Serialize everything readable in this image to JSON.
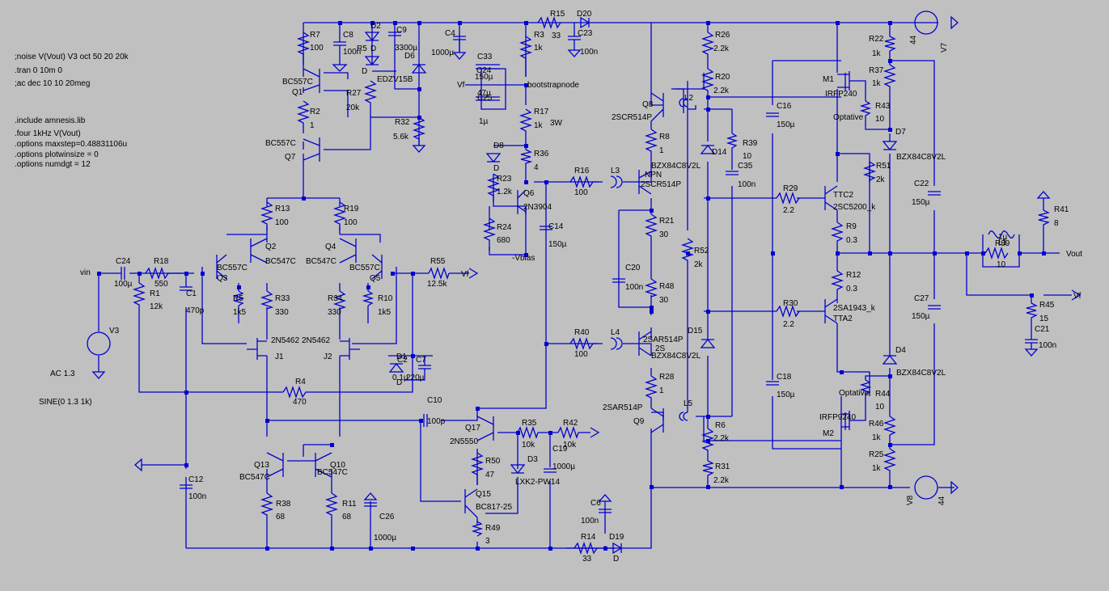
{
  "directives": [
    ";noise V(Vout) V3 oct 50 20 20k",
    ".tran 0 10m 0",
    ";ac dec 10 10 20meg",
    ".include amnesis.lib",
    ".four 1kHz V(Vout)",
    ".options maxstep=0.48831106u",
    ".options plotwinsize = 0",
    ".options numdgt = 12"
  ],
  "source": {
    "name": "V3",
    "ac": "AC 1.3",
    "sine": "SINE(0 1.3 1k)"
  },
  "rails": [
    {
      "name": "V7",
      "value": "44"
    },
    {
      "name": "V8",
      "value": "44"
    }
  ],
  "nets": {
    "vin": "vin",
    "vout": "Vout",
    "vf_out": "Vf",
    "vf_in": "Vf",
    "vf_fb": "Vf",
    "vbias": "-Vbias",
    "bootstrap": "bootstrapnode"
  },
  "components": [
    {
      "ref": "R7",
      "value": "100"
    },
    {
      "ref": "C8",
      "value": "100n"
    },
    {
      "ref": "D2",
      "value": "D"
    },
    {
      "ref": "R5",
      "value": ""
    },
    {
      "ref": "C9",
      "value": "3300µ"
    },
    {
      "ref": "D6",
      "value": "EDZV15B"
    },
    {
      "ref": "C4",
      "value": "1000µ"
    },
    {
      "ref": "R15",
      "value": "33"
    },
    {
      "ref": "D20",
      "value": ""
    },
    {
      "ref": "C23",
      "value": "100n"
    },
    {
      "ref": "R3",
      "value": "1k"
    },
    {
      "ref": "C33",
      "value": "150µ"
    },
    {
      "ref": "C24b",
      "value": "150µ"
    },
    {
      "ref": "C25",
      "value": "47µ"
    },
    {
      "ref": "C26b",
      "value": "1µ"
    },
    {
      "ref": "Q1",
      "value": "BC557C"
    },
    {
      "ref": "R27",
      "value": "20k"
    },
    {
      "ref": "R2",
      "value": "1"
    },
    {
      "ref": "R32",
      "value": "5.6k"
    },
    {
      "ref": "Q7",
      "value": "BC557C"
    },
    {
      "ref": "R17",
      "value": "1k"
    },
    {
      "ref": "R36",
      "value": "4"
    },
    {
      "ref": "D8",
      "value": "D"
    },
    {
      "ref": "R23",
      "value": "1.2k"
    },
    {
      "ref": "Q6",
      "value": "2N3904"
    },
    {
      "ref": "R24",
      "value": "680"
    },
    {
      "ref": "C14",
      "value": "150µ"
    },
    {
      "ref": "R13",
      "value": "100"
    },
    {
      "ref": "R19",
      "value": "100"
    },
    {
      "ref": "Q2",
      "value": "BC547C"
    },
    {
      "ref": "Q3",
      "value": "BC557C"
    },
    {
      "ref": "Q4",
      "value": "BC547C"
    },
    {
      "ref": "Q5",
      "value": "BC557C"
    },
    {
      "ref": "R5b",
      "value": "1k5"
    },
    {
      "ref": "R33",
      "value": "330"
    },
    {
      "ref": "R34",
      "value": "330"
    },
    {
      "ref": "R10",
      "value": "1k5"
    },
    {
      "ref": "C24",
      "value": "100µ"
    },
    {
      "ref": "R18",
      "value": "550"
    },
    {
      "ref": "R1",
      "value": "12k"
    },
    {
      "ref": "C1",
      "value": "470p"
    },
    {
      "ref": "R55",
      "value": "12.5k"
    },
    {
      "ref": "J1",
      "value": "2N5462"
    },
    {
      "ref": "J2",
      "value": "2N5462"
    },
    {
      "ref": "D1",
      "value": "D"
    },
    {
      "ref": "C2",
      "value": "0.1µ"
    },
    {
      "ref": "C7",
      "value": "220µ"
    },
    {
      "ref": "R4",
      "value": "470"
    },
    {
      "ref": "C10",
      "value": "100p"
    },
    {
      "ref": "Q17",
      "value": "2N5550"
    },
    {
      "ref": "R35",
      "value": "10k"
    },
    {
      "ref": "R42",
      "value": "10k"
    },
    {
      "ref": "C19",
      "value": "1000µ"
    },
    {
      "ref": "R50",
      "value": "47"
    },
    {
      "ref": "D3",
      "value": "LXK2-PW14"
    },
    {
      "ref": "Q15",
      "value": "BC817-25"
    },
    {
      "ref": "R49",
      "value": "3"
    },
    {
      "ref": "Q13",
      "value": "BC547C"
    },
    {
      "ref": "Q10",
      "value": "BC547C"
    },
    {
      "ref": "R38",
      "value": "68"
    },
    {
      "ref": "R11",
      "value": "68"
    },
    {
      "ref": "C12",
      "value": "100n"
    },
    {
      "ref": "C26",
      "value": "1000µ"
    },
    {
      "ref": "C6",
      "value": "100n"
    },
    {
      "ref": "R14",
      "value": "33"
    },
    {
      "ref": "D19",
      "value": "D"
    },
    {
      "ref": "R16",
      "value": "100"
    },
    {
      "ref": "L3",
      "value": ""
    },
    {
      "ref": "R40",
      "value": "100"
    },
    {
      "ref": "L4",
      "value": ""
    },
    {
      "ref": "Q8",
      "value": "2SCR514P"
    },
    {
      "ref": "L2",
      "value": ""
    },
    {
      "ref": "R8",
      "value": "1"
    },
    {
      "ref": "Q3b",
      "value": "NPN 2SCR514P"
    },
    {
      "ref": "D14",
      "value": "BZX84C8V2L"
    },
    {
      "ref": "R21",
      "value": "30"
    },
    {
      "ref": "C20",
      "value": "100n"
    },
    {
      "ref": "R48",
      "value": "30"
    },
    {
      "ref": "Q11",
      "value": "2SAR514P"
    },
    {
      "ref": "D15",
      "value": "BZX84C8V2L"
    },
    {
      "ref": "R28",
      "value": "1"
    },
    {
      "ref": "Q9",
      "value": "2SAR514P"
    },
    {
      "ref": "L5",
      "value": ""
    },
    {
      "ref": "R26",
      "value": "2.2k"
    },
    {
      "ref": "R20",
      "value": "2.2k"
    },
    {
      "ref": "R39",
      "value": "10"
    },
    {
      "ref": "C35",
      "value": "100n"
    },
    {
      "ref": "R52",
      "value": "2k"
    },
    {
      "ref": "C16",
      "value": "150µ"
    },
    {
      "ref": "C18",
      "value": "150µ"
    },
    {
      "ref": "R6",
      "value": "2.2k"
    },
    {
      "ref": "R31",
      "value": "2.2k"
    },
    {
      "ref": "M1",
      "value": "IRFP240"
    },
    {
      "ref": "R43",
      "value": "10"
    },
    {
      "ref": "R22",
      "value": "1k"
    },
    {
      "ref": "R37",
      "value": "1k"
    },
    {
      "ref": "D7",
      "value": "BZX84C8V2L"
    },
    {
      "ref": "R29",
      "value": "2.2"
    },
    {
      "ref": "Q18",
      "value": "TTC2 2SC5200_k"
    },
    {
      "ref": "R51",
      "value": "2k"
    },
    {
      "ref": "R9",
      "value": "0.3"
    },
    {
      "ref": "R12",
      "value": "0.3"
    },
    {
      "ref": "R30",
      "value": "2.2"
    },
    {
      "ref": "Q19",
      "value": "2SA1943_k TTA2"
    },
    {
      "ref": "C22",
      "value": "150µ"
    },
    {
      "ref": "C27",
      "value": "150µ"
    },
    {
      "ref": "D4",
      "value": "BZX84C8V2L"
    },
    {
      "ref": "R44",
      "value": "10"
    },
    {
      "ref": "M2",
      "value": "IRFP9240"
    },
    {
      "ref": "R46",
      "value": "1k"
    },
    {
      "ref": "R25",
      "value": "1k"
    },
    {
      "ref": "L1",
      "value": "1µ"
    },
    {
      "ref": "R89",
      "value": "10"
    },
    {
      "ref": "R41",
      "value": "8"
    },
    {
      "ref": "R45",
      "value": "15"
    },
    {
      "ref": "C21",
      "value": "100n"
    }
  ],
  "labels": {
    "R7": "R7",
    "R7v": "100",
    "C8": "C8",
    "C8v": "100n",
    "D2": "D2",
    "D2v": "D",
    "R5": "R5",
    "D2d": "D",
    "C9": "C9",
    "C9v": "3300µ",
    "D6": "D6",
    "D6v": "EDZV15B",
    "C4": "C4",
    "C4v": "1000µ",
    "R15": "R15",
    "R15v": "33",
    "D20": "D20",
    "C23": "C23",
    "C23v": "100n",
    "R3": "R3",
    "R3v": "1k",
    "C33": "C33",
    "C33v": "150µ",
    "C24b": "C24",
    "C25": "C25",
    "C25v": "47µ",
    "C26bv": "1µ",
    "Q1": "Q1",
    "Q1v": "BC557C",
    "R27": "R27",
    "R27v": "20k",
    "R2": "R2",
    "R2v": "1",
    "R32": "R32",
    "R32v": "5.6k",
    "Q7": "Q7",
    "Q7v": "BC557C",
    "R17": "R17",
    "R17v": "1k",
    "w3": "3W",
    "R36": "R36",
    "R36v": "4",
    "D8": "D8",
    "D8v": "D",
    "R23": "R23",
    "R23v": "1.2k",
    "Q6": "Q6",
    "Q6v": "2N3904",
    "R24": "R24",
    "R24v": "680",
    "C14": "C14",
    "C14v": "150µ",
    "R13": "R13",
    "R13v": "100",
    "R19": "R19",
    "R19v": "100",
    "Q2": "Q2",
    "Q2v": "BC547C",
    "Q3": "Q3",
    "Q3v": "BC557C",
    "Q4": "Q4",
    "Q4v": "BC547C",
    "Q5": "Q5",
    "Q5v": "BC557C",
    "R5b": "R5",
    "R5bv": "1k5",
    "R33": "R33",
    "R33v": "330",
    "R34": "R34",
    "R34v": "330",
    "R10": "R10",
    "R10v": "1k5",
    "C24": "C24",
    "C24v": "100µ",
    "R18": "R18",
    "R18v": "550",
    "R1": "R1",
    "R1v": "12k",
    "C1": "C1",
    "C1v": "470p",
    "R55": "R55",
    "R55v": "12.5k",
    "J1": "J1",
    "J2": "J2",
    "J1v": "2N5462",
    "J2v": "2N5462",
    "D1": "D1",
    "C2": "C2",
    "C2v": "0.1µ",
    "C7": "C7",
    "C7v": "220µ",
    "D1v": "D",
    "R4": "R4",
    "R4v": "470",
    "C10": "C10",
    "C10v": "100p",
    "Q17": "Q17",
    "Q17v": "2N5550",
    "R35": "R35",
    "R35v": "10k",
    "R42": "R42",
    "R42v": "10k",
    "C19": "C19",
    "C19v": "1000µ",
    "R50": "R50",
    "R50v": "47",
    "D3": "D3",
    "D3v": "LXK2-PW14",
    "Q15": "Q15",
    "Q15v": "BC817-25",
    "R49": "R49",
    "R49v": "3",
    "Q13": "Q13",
    "Q13v": "BC547C",
    "Q10": "Q10",
    "Q10v": "BC547C",
    "R38": "R38",
    "R38v": "68",
    "R11": "R11",
    "R11v": "68",
    "C12": "C12",
    "C12v": "100n",
    "C26": "C26",
    "C26v": "1000µ",
    "C6": "C6",
    "C6v": "100n",
    "R14": "R14",
    "R14v": "33",
    "D19": "D19",
    "D19v": "D",
    "R16": "R16",
    "R16v": "100",
    "L3": "L3",
    "R40": "R40",
    "R40v": "100",
    "L4": "L4",
    "Q8": "Q8",
    "Q8v": "2SCR514P",
    "L2": "L2",
    "R8": "R8",
    "R8v": "1",
    "Q3bn": "NPN",
    "Q3bv": "2SCR514P",
    "D14": "D14",
    "D14v": "BZX84C8V2L",
    "R21": "R21",
    "R21v": "30",
    "C20": "C20",
    "C20v": "100n",
    "R48": "R48",
    "R48v": "30",
    "Q11v": "2SAR514P",
    "Q11s": "2S",
    "D15": "D15",
    "D15v": "BZX84C8V2L",
    "R28": "R28",
    "R28v": "1",
    "Q9": "Q9",
    "Q9v": "2SAR514P",
    "L5": "L5",
    "R26": "R26",
    "R26v": "2.2k",
    "R20": "R20",
    "R20v": "2.2k",
    "R39": "R39",
    "R39v": "10",
    "C35": "C35",
    "C35v": "100n",
    "R52": "R52",
    "R52v": "2k",
    "C16": "C16",
    "C16v": "150µ",
    "C18": "C18",
    "C18v": "150µ",
    "R6": "R6",
    "R6v": "2.2k",
    "R31": "R31",
    "R31v": "2.2k",
    "M1": "M1",
    "M1v": "IRFP240",
    "R43": "R43",
    "R43v": "10",
    "opt1": "Optative",
    "opt2": "Optative",
    "R22": "R22",
    "R22v": "1k",
    "R37": "R37",
    "R37v": "1k",
    "D7": "D7",
    "D7v": "BZX84C8V2L",
    "R29": "R29",
    "R29v": "2.2",
    "TTC2": "TTC2",
    "Q18v": "2SC5200_k",
    "R51": "R51",
    "R51v": "2k",
    "R9": "R9",
    "R9v": "0.3",
    "R12": "R12",
    "R12v": "0.3",
    "R30": "R30",
    "R30v": "2.2",
    "Q19v": "2SA1943_k",
    "TTA2": "TTA2",
    "C22": "C22",
    "C22v": "150µ",
    "C27": "C27",
    "C27v": "150µ",
    "D4": "D4",
    "D4v": "BZX84C8V2L",
    "R44": "R44",
    "R44v": "10",
    "M2": "M2",
    "M2v": "IRFP9240",
    "R46": "R46",
    "R46v": "1k",
    "R25": "R25",
    "R25v": "1k",
    "L1": "L1",
    "L1v": "1µ",
    "R89": "R89",
    "R89v": "10",
    "R41": "R41",
    "R41v": "8",
    "R45": "R45",
    "R45v": "15",
    "C21": "C21",
    "C21v": "100n",
    "V3": "V3",
    "V7": "V7",
    "V8": "V8",
    "V7v": "44",
    "V8v": "44",
    "D": "D"
  }
}
